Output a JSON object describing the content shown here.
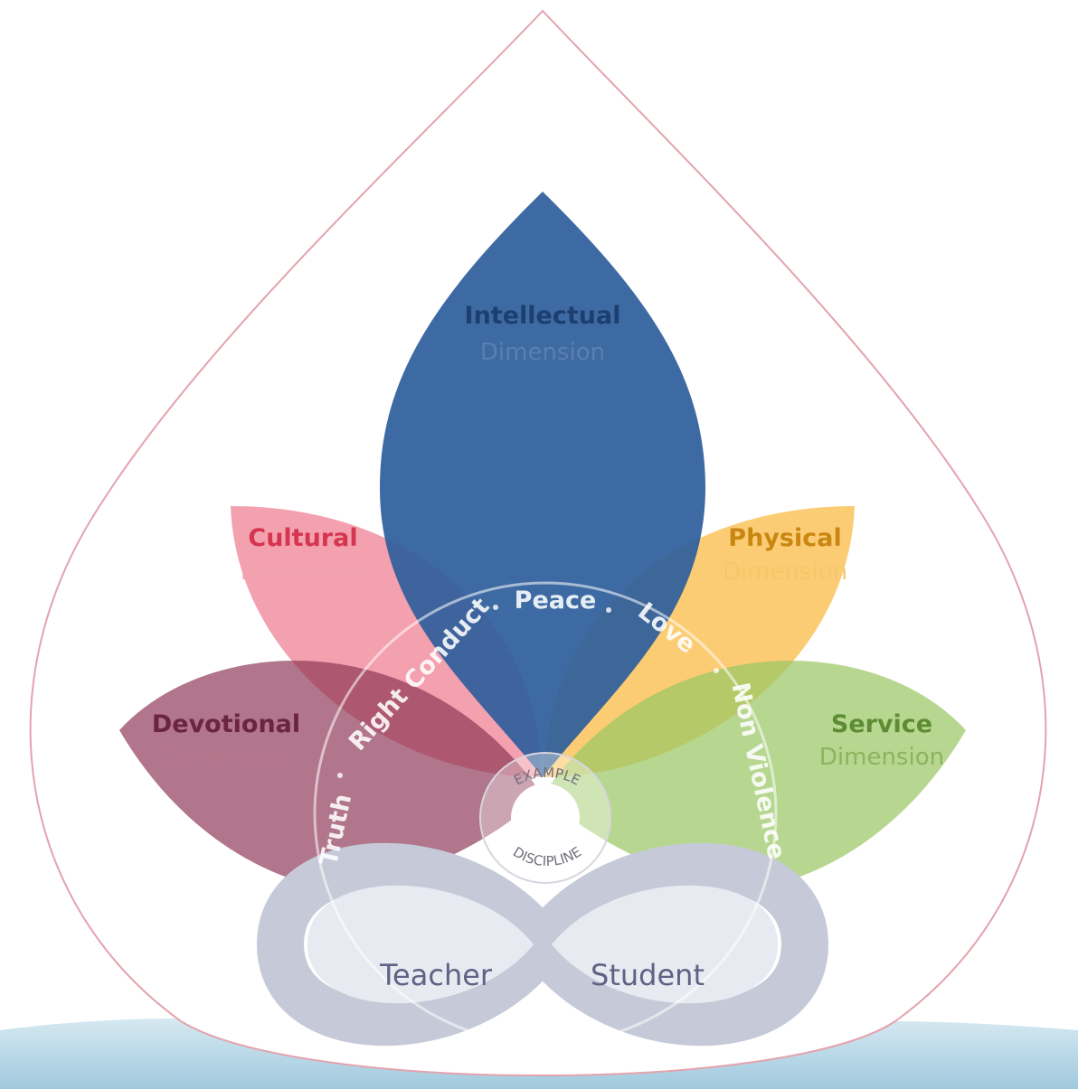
{
  "colors": {
    "outline": "#e3a3ad",
    "intellectual": "#2f5f9c",
    "cultural": "#ee7c90",
    "physical": "#fbb83f",
    "devotional": "#8c3554",
    "service": "#9bc765",
    "water": "#9ccadf",
    "infinity_outer": "#c6cad8",
    "infinity_inner": "#e8eaf1"
  },
  "dimensions": {
    "intellectual": {
      "title": "Intellectual",
      "subtitle": "Dimension"
    },
    "cultural": {
      "title": "Cultural",
      "subtitle": "Dimension"
    },
    "physical": {
      "title": "Physical",
      "subtitle": "Dimension"
    },
    "devotional": {
      "title": "Devotional",
      "subtitle": "Dimension"
    },
    "service": {
      "title": "Service",
      "subtitle": "Dimension"
    }
  },
  "values": {
    "truth": "Truth",
    "right_conduct": "Right Conduct",
    "peace": "Peace",
    "love": "Love",
    "non_violence": "Non Violence"
  },
  "center": {
    "top_label": "EXAMPLE",
    "bottom_label": "DISCIPLINE"
  },
  "roles": {
    "teacher": "Teacher",
    "student": "Student"
  }
}
